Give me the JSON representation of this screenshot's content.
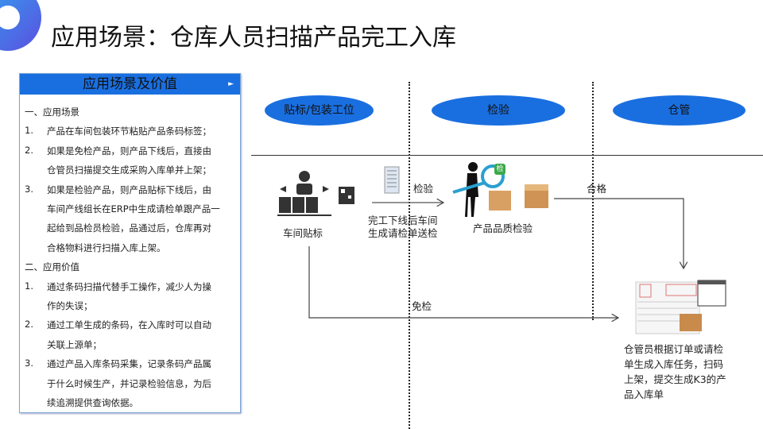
{
  "title": "应用场景：仓库人员扫描产品完工入库",
  "panel": {
    "heading": "应用场景及价值",
    "arrow": "►",
    "lines": [
      {
        "n": "",
        "t": "一、应用场景"
      },
      {
        "n": "1.",
        "t": "产品在车间包装环节粘贴产品条码标签；"
      },
      {
        "n": "2.",
        "t": "如果是免检产品，则产品下线后，直接由"
      },
      {
        "n": "",
        "t": "仓管员扫描提交生成采购入库单并上架；"
      },
      {
        "n": "3.",
        "t": "如果是检验产品，则产品贴标下线后，由"
      },
      {
        "n": "",
        "t": "车间产线组长在ERP中生成请检单跟产品一"
      },
      {
        "n": "",
        "t": "起给到品检员检验，品通过后，仓库再对"
      },
      {
        "n": "",
        "t": "合格物料进行扫描入库上架。"
      },
      {
        "n": "",
        "t": "二、应用价值"
      },
      {
        "n": "1.",
        "t": "通过条码扫描代替手工操作，减少人为操"
      },
      {
        "n": "",
        "t": "作的失误；"
      },
      {
        "n": "2.",
        "t": "通过工单生成的条码，在入库时可以自动"
      },
      {
        "n": "",
        "t": "关联上源单；"
      },
      {
        "n": "3.",
        "t": "通过产品入库条码采集，记录条码产品属"
      },
      {
        "n": "",
        "t": "于什么时候生产，并记录检验信息，为后"
      },
      {
        "n": "",
        "t": "续追溯提供查询依据。"
      }
    ]
  },
  "lanes": [
    "贴标/包装工位",
    "检验",
    "仓管"
  ],
  "flow": {
    "workshop": "车间贴标",
    "inspect_label": "检验",
    "doc_caption_1": "完工下线后车间",
    "doc_caption_2": "生成请检单送检",
    "quality": "产品品质检验",
    "badge": "检",
    "pass": "合格",
    "exempt": "免检",
    "warehouse": [
      "仓管员根据订单或请检",
      "单生成入库任务，扫码",
      "上架，提交生成K3的产",
      "品入库单"
    ]
  },
  "colors": {
    "accent": "#1a6fe0"
  }
}
